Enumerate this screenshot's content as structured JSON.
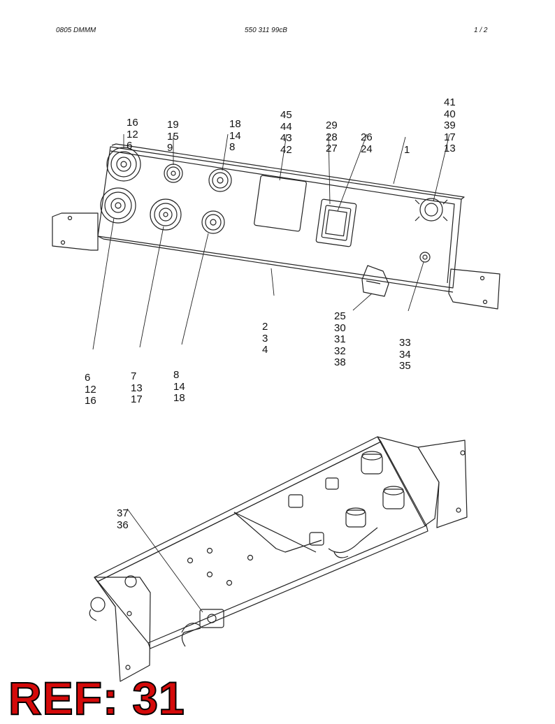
{
  "header": {
    "left": "0805 DMMM",
    "center": "550 311 99cB",
    "right": "1 /   2"
  },
  "callouts": {
    "c1": [
      "16",
      "12",
      "6"
    ],
    "c2": [
      "19",
      "15",
      "9"
    ],
    "c3": [
      "18",
      "14",
      "8"
    ],
    "c4": [
      "45",
      "44",
      "43",
      "42"
    ],
    "c5": [
      "29",
      "28",
      "27"
    ],
    "c6": [
      "26",
      "24"
    ],
    "c7": [
      "1"
    ],
    "c8": [
      "41",
      "40",
      "39",
      "17",
      "13"
    ],
    "c9": [
      "2",
      "3",
      "4"
    ],
    "c10": [
      "25",
      "30",
      "31",
      "32",
      "38"
    ],
    "c11": [
      "33",
      "34",
      "35"
    ],
    "c12": [
      "6",
      "12",
      "16"
    ],
    "c13": [
      "7",
      "13",
      "17"
    ],
    "c14": [
      "8",
      "14",
      "18"
    ],
    "c15": [
      "37",
      "36"
    ]
  },
  "ref_label": "REF: 31",
  "colors": {
    "ref": "#d40a0a",
    "line": "#222222"
  }
}
